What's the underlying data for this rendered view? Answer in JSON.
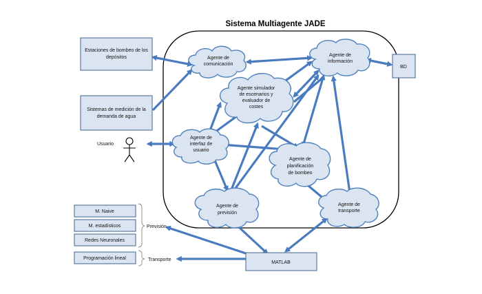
{
  "title": "Sistema Multiagente JADE",
  "external": {
    "estaciones": [
      "Estaciones de bombeo de los",
      "depósitos"
    ],
    "medicion": [
      "Sistemas de medición  de la",
      "demanda de agua"
    ],
    "usuario": "Usuario",
    "bd": "BD",
    "matlab": "MATLAB"
  },
  "agents": {
    "comunicacion": [
      "Agente de",
      "comunicación"
    ],
    "informacion": [
      "Agente de",
      "información"
    ],
    "simulador": [
      "Agente simulador",
      "de escenarios y",
      "evaluador de",
      "costes"
    ],
    "interfaz": [
      "Agente de",
      "interfaz de",
      "usuario"
    ],
    "planificacion": [
      "Agente de",
      "planificación",
      "de bombeo"
    ],
    "prevision": [
      "Agente de",
      "previsión"
    ],
    "transporte": [
      "Agente de",
      "transporte"
    ]
  },
  "methods": {
    "naive": "M. Naive",
    "estadisticos": "M. estadísticos",
    "redes": "Redes Neuronales",
    "lineal": "Programación lineal"
  },
  "groups": {
    "prevision": "Previsión",
    "transporte": "Transporte"
  },
  "colors": {
    "arrow": "#4a7bbf",
    "fill": "#dbe5f1",
    "box_stroke": "#4f6f96"
  }
}
